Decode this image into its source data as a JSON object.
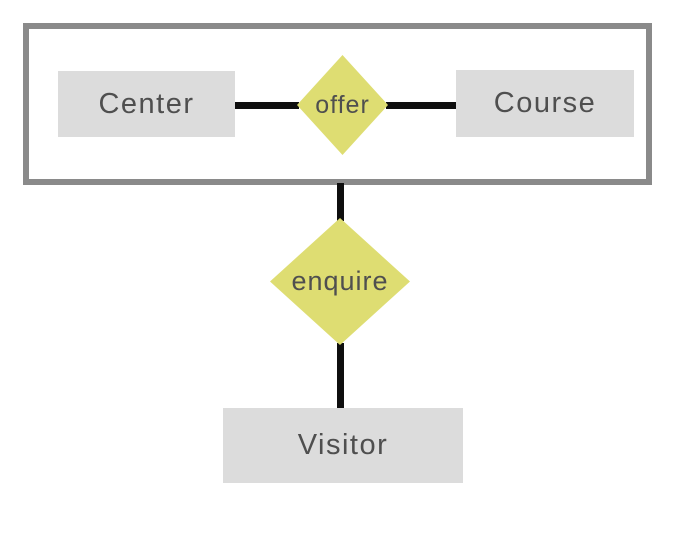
{
  "diagram": {
    "type": "er-diagram",
    "entities": [
      {
        "id": "center",
        "label": "Center"
      },
      {
        "id": "course",
        "label": "Course"
      },
      {
        "id": "visitor",
        "label": "Visitor"
      }
    ],
    "relationships": [
      {
        "id": "offer",
        "label": "offer",
        "shape": "diamond",
        "connects": [
          "Center",
          "Course"
        ]
      },
      {
        "id": "enquire",
        "label": "enquire",
        "shape": "diamond",
        "connects": [
          "Center-Course group",
          "Visitor"
        ]
      }
    ],
    "colors": {
      "entity_fill": "#dcdcdc",
      "diamond_fill": "#dedd72",
      "container_border": "#8a8a8a",
      "connector": "#0e0e0e",
      "label_text": "#4f4f4f",
      "background": "#ffffff"
    }
  }
}
